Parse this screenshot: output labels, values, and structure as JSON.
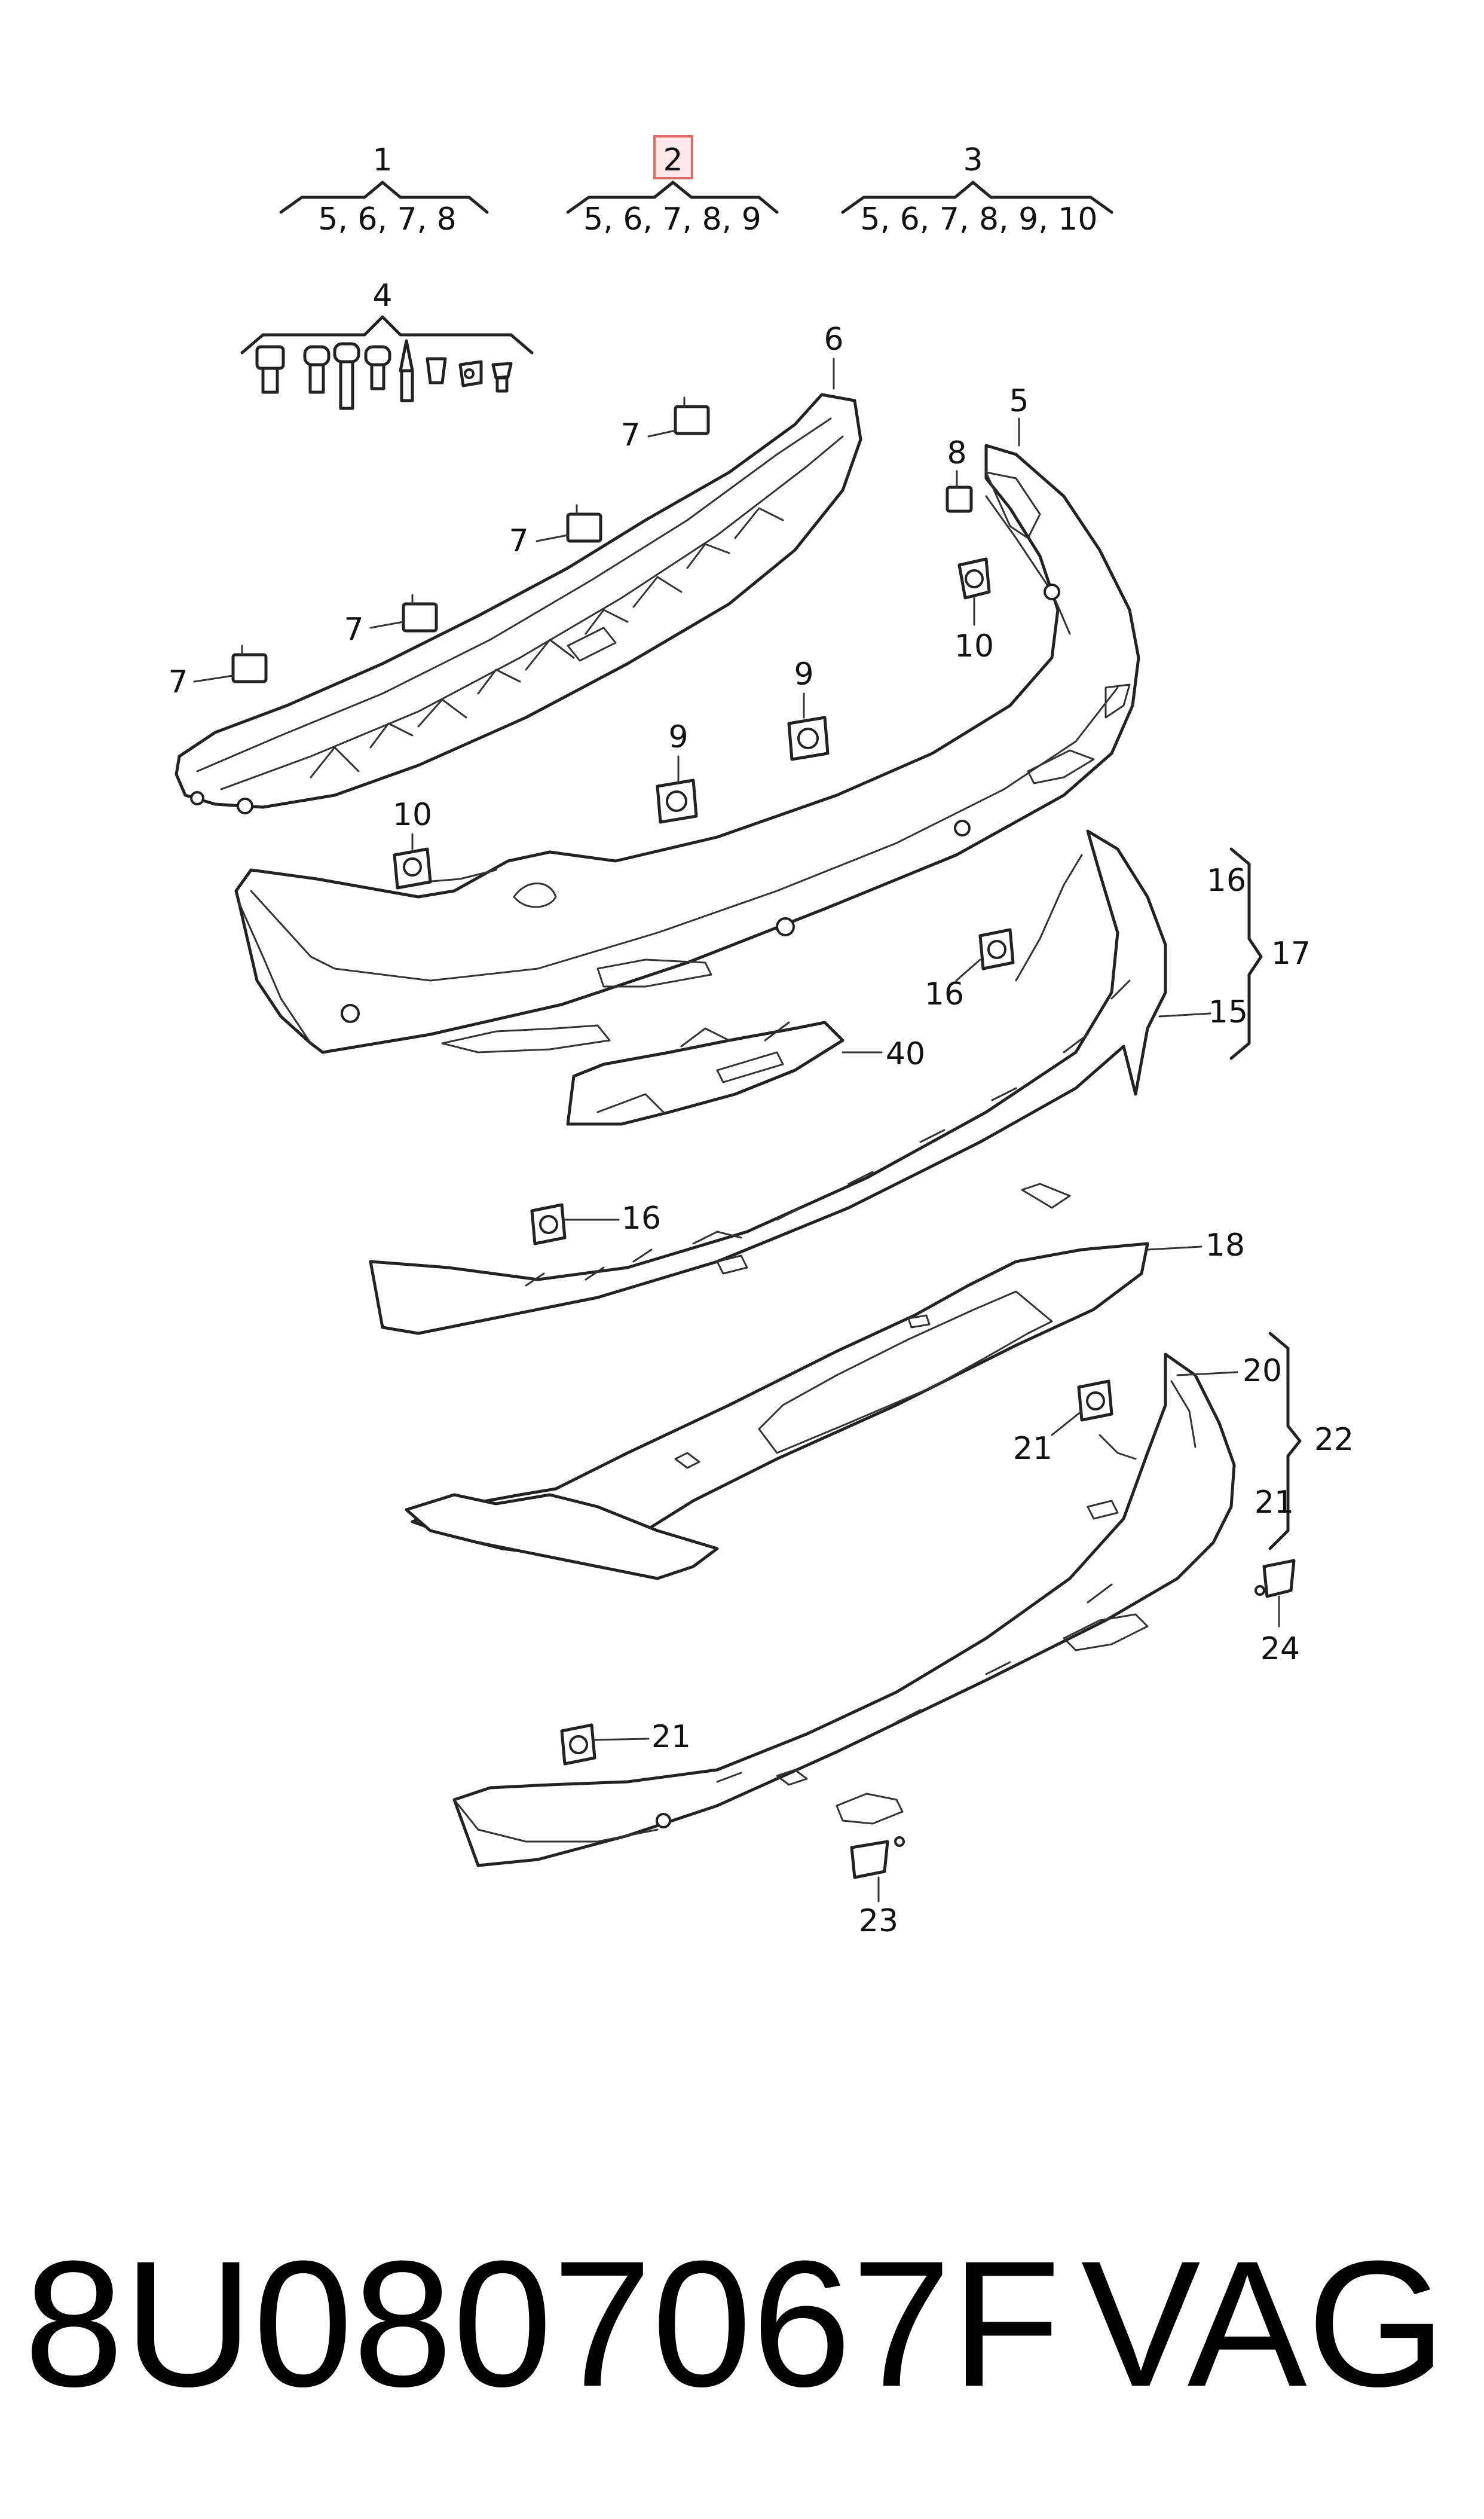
{
  "header_groups": [
    {
      "number": "1",
      "members": "5, 6, 7, 8"
    },
    {
      "number": "2",
      "members": "5, 6, 7, 8, 9",
      "highlighted": true
    },
    {
      "number": "3",
      "members": "5, 6, 7, 8, 9, 10"
    }
  ],
  "labels": {
    "l4": "4",
    "l5": "5",
    "l6": "6",
    "l7a": "7",
    "l7b": "7",
    "l7c": "7",
    "l7d": "7",
    "l8": "8",
    "l9a": "9",
    "l9b": "9",
    "l10a": "10",
    "l10b": "10",
    "l15": "15",
    "l16a": "16",
    "l16b": "16",
    "l16c": "16",
    "l17": "17",
    "l18": "18",
    "l20": "20",
    "l21a": "21",
    "l21b": "21",
    "l21c": "21",
    "l22": "22",
    "l23": "23",
    "l24": "24",
    "l40": "40"
  },
  "footer": {
    "part_number": "8U0807067F",
    "brand": "VAG"
  },
  "colors": {
    "highlight_border": "#e06a6a",
    "highlight_fill": "#fde7e7",
    "line": "#222222"
  }
}
